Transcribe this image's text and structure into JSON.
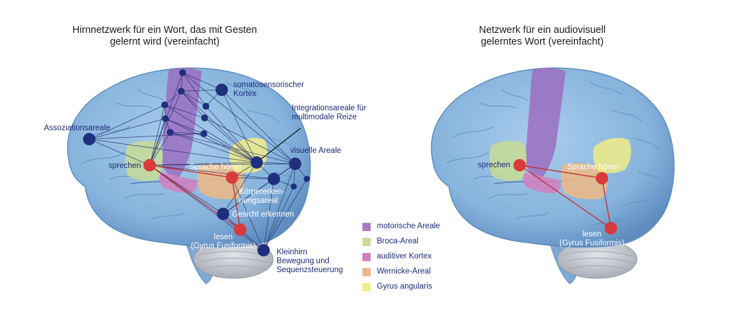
{
  "left_diagram": {
    "title_line1": "Hirnnetzwerk für ein Wort, das mit Gesten",
    "title_line2": "gelernt wird (vereinfacht)",
    "labels": {
      "somatosensory_line1": "somatosensorischer",
      "somatosensory_line2": "Kortex",
      "integration_line1": "Integrationsareale  für",
      "integration_line2": "multimodale Reize",
      "association": "Assoziationsareale",
      "visual": "visuelle Areale",
      "speak": "sprechen",
      "hear": "Sprache hören",
      "body_line1": "Körpererken-",
      "body_line2": "nungsareal",
      "face": "Gesicht erkennen",
      "read_line1": "lesen",
      "read_line2": "(Gyrus Fusiformis)",
      "cerebellum_line1": "Kleinhirn",
      "cerebellum_line2": "Bewegung und",
      "cerebellum_line3": "Sequenzsteuerung"
    }
  },
  "right_diagram": {
    "title_line1": "Netzwerk für ein audiovisuell",
    "title_line2": "gelerntes Wort (vereinfacht)",
    "labels": {
      "speak": "sprechen",
      "hear": "Sprache hören",
      "read_line1": "lesen",
      "read_line2": "(Gyrus Fusiformis)"
    }
  },
  "legend": [
    {
      "label": "motorische Areale",
      "color": "#a97bc4"
    },
    {
      "label": "Broca-Areal",
      "color": "#c8dc96"
    },
    {
      "label": "auditiver Kortex",
      "color": "#d47fc0"
    },
    {
      "label": "Wernicke-Areal",
      "color": "#e9b98a"
    },
    {
      "label": "Gyrus angularis",
      "color": "#f0ec86"
    }
  ],
  "colors": {
    "brain": "#8cb6de",
    "brain_dark": "#5e8cbf",
    "node_blue": "#1f2f7e",
    "node_red": "#d93a3a",
    "line_blue": "#24306d",
    "line_red": "#c82828",
    "cerebellum": "#c9ccd2"
  }
}
